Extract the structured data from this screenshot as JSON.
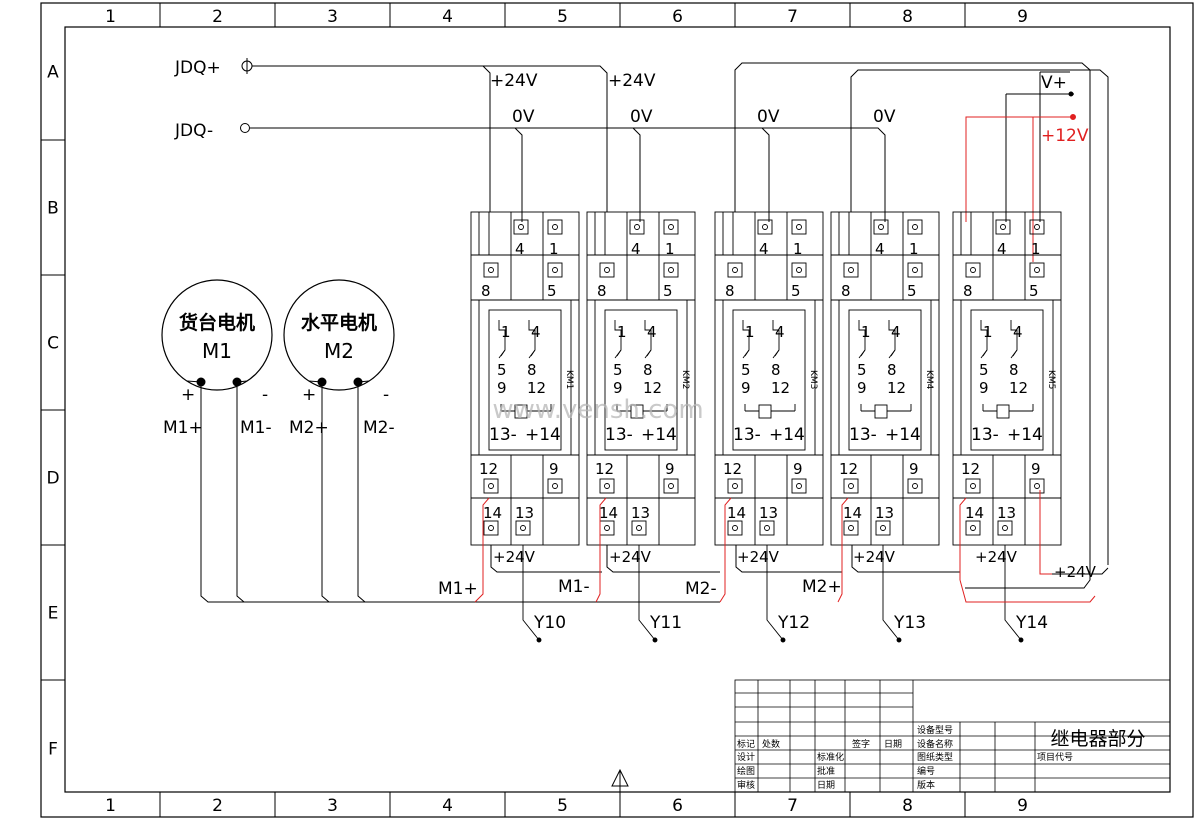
{
  "grid": {
    "columns": [
      "1",
      "2",
      "3",
      "4",
      "5",
      "6",
      "7",
      "8",
      "9"
    ],
    "rows": [
      "A",
      "B",
      "C",
      "D",
      "E",
      "F"
    ]
  },
  "inputs": {
    "jdq_plus": "JDQ+",
    "jdq_minus": "JDQ-"
  },
  "supply_labels": {
    "p24": "+24V",
    "zero": "0V",
    "vplus": "V+",
    "p12": "+12V"
  },
  "motors": [
    {
      "name": "货台电机",
      "id": "M1",
      "plus": "+",
      "minus": "-",
      "term_plus": "M1+",
      "term_minus": "M1-"
    },
    {
      "name": "水平电机",
      "id": "M2",
      "plus": "+",
      "minus": "-",
      "term_plus": "M2+",
      "term_minus": "M2-"
    }
  ],
  "relays": [
    {
      "id": "KM1",
      "output": "Y10"
    },
    {
      "id": "KM2",
      "output": "Y11"
    },
    {
      "id": "KM3",
      "output": "Y12"
    },
    {
      "id": "KM4",
      "output": "Y13"
    },
    {
      "id": "KM5",
      "output": "Y14"
    }
  ],
  "pin_labels": {
    "p4": "4",
    "p1": "1",
    "p8": "8",
    "p5": "5",
    "p12": "12",
    "p9": "9",
    "p14": "14",
    "p13": "13",
    "coil_left": "13-",
    "coil_right": "+14"
  },
  "bus_labels": [
    "M1+",
    "M1-",
    "M2-",
    "M2+"
  ],
  "watermark": "www.vensh.com",
  "title_block": {
    "title": "继电器部分",
    "cells": [
      "标记",
      "处数",
      "签字",
      "日期",
      "设计",
      "标准化",
      "绘图",
      "批准",
      "审核",
      "日期",
      "设备型号",
      "设备名称",
      "图纸类型",
      "编号",
      "版本",
      "项目代号"
    ]
  }
}
